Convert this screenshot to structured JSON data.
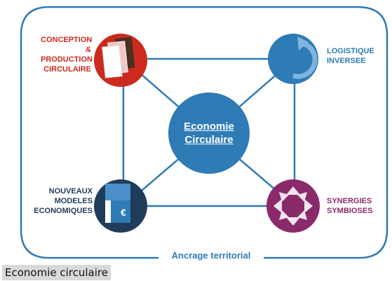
{
  "diagram": {
    "center": {
      "label": "Economie\nCirculaire",
      "color": "#2e7bb5"
    },
    "nodes": [
      {
        "id": "conception",
        "label": "CONCEPTION\n& PRODUCTION\nCIRCULAIRE",
        "color": "#cc2a1e",
        "icon": "pages-icon"
      },
      {
        "id": "logistique",
        "label": "LOGISTIQUE\nINVERSEE",
        "color": "#2e7bb5",
        "icon": "circular-arrow-icon"
      },
      {
        "id": "nouveaux",
        "label": "NOUVEAUX\nMODELES\nECONOMIQUES",
        "color": "#1f3c5a",
        "icon": "euro-document-icon"
      },
      {
        "id": "synergies",
        "label": "SYNERGIES\nSYMBIOSES",
        "color": "#8b2a6b",
        "icon": "expand-arrows-icon"
      }
    ],
    "frame_label": "Ancrage territorial",
    "frame_color": "#2e7bb5"
  },
  "caption": "Economie circulaire"
}
